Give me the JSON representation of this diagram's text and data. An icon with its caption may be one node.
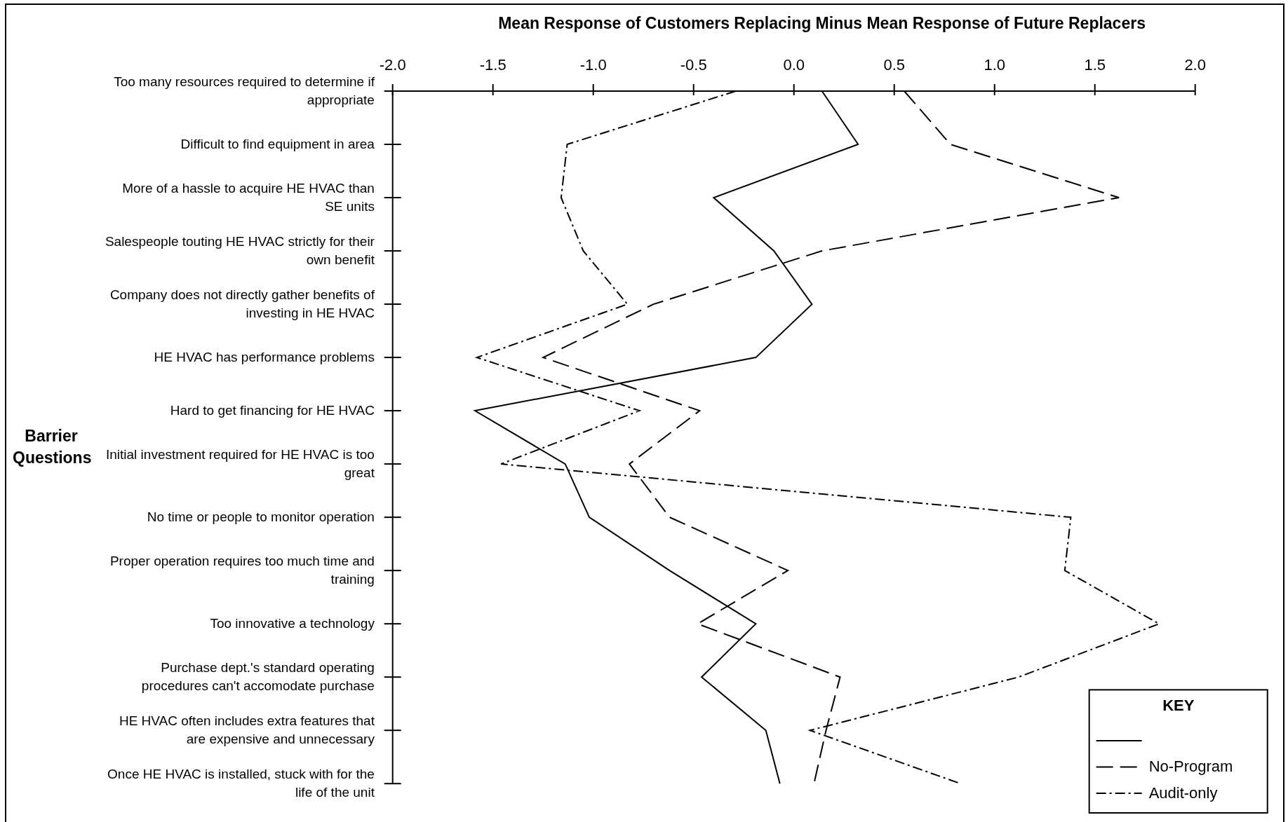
{
  "diagram": {
    "labels": [
      "KEY"
    ],
    "chart_data": {
      "type": "line",
      "orientation": "horizontal",
      "legend": "lower right",
      "xlabel": "Mean Response of Customers Replacing Minus Mean Response of Future Replacers",
      "ylabel": "Barrier Questions",
      "categories": [
        "Too many resources required to determine if appropriate",
        "Difficult to find equipment in area",
        "More of a hassle to acquire HE HVAC than SE units",
        "Salespeople touting HE HVAC strictly for their own benefit",
        "Company does not directly gather benefits of investing in HE HVAC",
        "HE HVAC has performance problems",
        "Hard to get financing for HE HVAC",
        "Initial investment required for HE HVAC is too great",
        "No time or people to monitor operation",
        "Proper operation requires too much time and training",
        "Too innovative a technology",
        "Purchase dept.'s standard operating procedures can't accomodate purchase",
        "HE HVAC often includes extra features that are expensive and unnecessary",
        "Once HE HVAC is installed, stuck with for the life of the unit"
      ],
      "series": [
        {
          "color": "#000000",
          "line_style": "solid",
          "values": [
            0.14,
            0.32,
            -0.4,
            -0.1,
            0.09,
            -0.19,
            -1.59,
            -1.14,
            -1.02,
            -0.62,
            -0.19,
            -0.46,
            -0.14,
            -0.07
          ]
        },
        {
          "name": "No-Program",
          "color": "#000000",
          "line_style": "dashed",
          "values": [
            0.55,
            0.78,
            1.62,
            0.14,
            -0.7,
            -1.25,
            -0.47,
            -0.82,
            -0.62,
            -0.03,
            -0.48,
            0.23,
            0.16,
            0.1
          ]
        },
        {
          "name": "Audit-only",
          "color": "#000000",
          "line_style": "dashdot",
          "values": [
            -0.29,
            -1.13,
            -1.16,
            -1.05,
            -0.83,
            -1.58,
            -0.77,
            -1.46,
            1.38,
            1.35,
            1.82,
            1.12,
            0.08,
            0.83
          ]
        }
      ],
      "xlim": [
        -2.0,
        2.0
      ],
      "xticks": [
        {
          "value": -2,
          "label": "-2.0"
        },
        {
          "value": -1.5,
          "label": "-1.5"
        },
        {
          "value": -1,
          "label": "-1.0"
        },
        {
          "value": -0.5,
          "label": "-0.5"
        },
        {
          "value": 0,
          "label": "0.0"
        },
        {
          "value": 0.5,
          "label": "0.5"
        },
        {
          "value": 1,
          "label": "1.0"
        },
        {
          "value": 1.5,
          "label": "1.5"
        },
        {
          "value": 2,
          "label": "2.0"
        }
      ]
    }
  }
}
